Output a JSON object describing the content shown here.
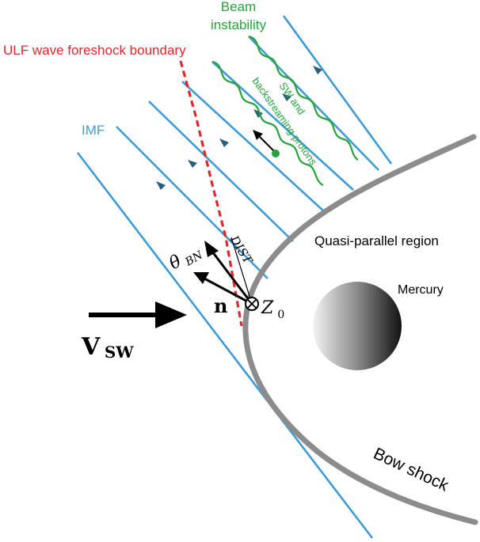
{
  "labels": {
    "beam_line1": "Beam",
    "beam_line2": "instability",
    "ulf_boundary": "ULF wave foreshock boundary",
    "imf": "IMF",
    "quasi_parallel": "Quasi-parallel region",
    "mercury": "Mercury",
    "bow_shock": "Bow shock",
    "sw_and": "SW and",
    "backstreaming": "backstreaming protons",
    "theta_main": "θ",
    "theta_sub": "BN",
    "dist": "DIST",
    "n_vector": "n",
    "z0_main": "Z",
    "z0_sub": "0",
    "vsw_main": "V",
    "vsw_sub": "SW"
  },
  "colors": {
    "imf_line": "#3d9bd6",
    "arrowhead": "#2c5d7a",
    "bow_shock": "#8c8c8c",
    "ulf_boundary": "#e0282b",
    "beam": "#27a33c",
    "vector": "#000000"
  }
}
